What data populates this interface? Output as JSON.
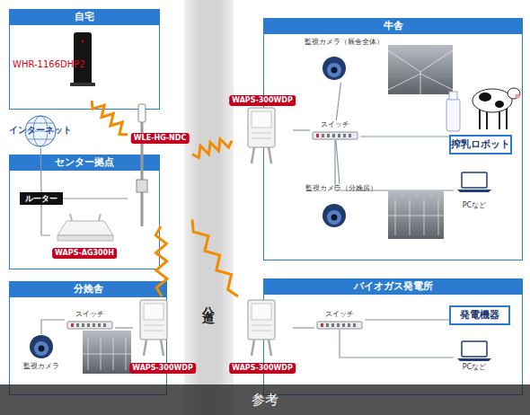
{
  "diagram": {
    "caption": "参考",
    "nodes": [
      {
        "text": [
          "自宅"
        ]
      },
      {
        "text": [
          "WHR-1166DHP2"
        ],
        "in": 0
      },
      {
        "text": [
          "インターネット"
        ]
      },
      {
        "text": [
          "センター拠点"
        ]
      },
      {
        "text": [
          "ルーター"
        ],
        "in": 3
      },
      {
        "text": [
          "WAPS-AG300H"
        ],
        "in": 3
      },
      {
        "text": [
          "WLE-HG-NDC"
        ]
      },
      {
        "text": [
          "分娩舎"
        ]
      },
      {
        "text": [
          "監視カメラ"
        ],
        "in": 7
      },
      {
        "text": [
          "スイッチ"
        ],
        "in": 7
      },
      {
        "text": [
          "WAPS-300WDP"
        ],
        "in": 7
      },
      {
        "text": [
          "牛舎"
        ]
      },
      {
        "text": [
          "監視カメラ（厩舎全体）"
        ],
        "in": 11
      },
      {
        "text": [
          "WAPS-300WDP"
        ],
        "in": 11
      },
      {
        "text": [
          "スイッチ"
        ],
        "in": 11
      },
      {
        "text": [
          "搾乳ロボット"
        ],
        "in": 11
      },
      {
        "text": [
          "監視カメラ（分娩房）"
        ],
        "in": 11
      },
      {
        "text": [
          "PCなど"
        ],
        "in": 11
      },
      {
        "text": [
          "バイオガス発電所"
        ]
      },
      {
        "text": [
          "WAPS-300WDP"
        ],
        "in": 18
      },
      {
        "text": [
          "スイッチ"
        ],
        "in": 18
      },
      {
        "text": [
          "発電機器"
        ],
        "in": 18
      },
      {
        "text": [
          "PCなど"
        ],
        "in": 18
      },
      {
        "text": [
          "公道"
        ]
      }
    ],
    "edges": [
      {
        "from": 1,
        "to": 6,
        "arrow": "none"
      },
      {
        "from": 2,
        "to": 4,
        "arrow": "none"
      },
      {
        "from": 4,
        "to": 5,
        "arrow": "none"
      },
      {
        "from": 4,
        "to": 6,
        "arrow": "none"
      },
      {
        "from": 6,
        "to": 13,
        "arrow": "none"
      },
      {
        "from": 6,
        "to": 10,
        "arrow": "none"
      },
      {
        "from": 6,
        "to": 19,
        "arrow": "none"
      },
      {
        "from": 10,
        "to": 9,
        "arrow": "none"
      },
      {
        "from": 9,
        "to": 8,
        "arrow": "none"
      },
      {
        "from": 13,
        "to": 14,
        "arrow": "none"
      },
      {
        "from": 14,
        "to": 12,
        "arrow": "none"
      },
      {
        "from": 14,
        "to": 15,
        "arrow": "none"
      },
      {
        "from": 14,
        "to": 16,
        "arrow": "none"
      },
      {
        "from": 14,
        "to": 17,
        "arrow": "none"
      },
      {
        "from": 19,
        "to": 20,
        "arrow": "none"
      },
      {
        "from": 20,
        "to": 21,
        "arrow": "none"
      },
      {
        "from": 20,
        "to": 22,
        "arrow": "none"
      }
    ]
  }
}
